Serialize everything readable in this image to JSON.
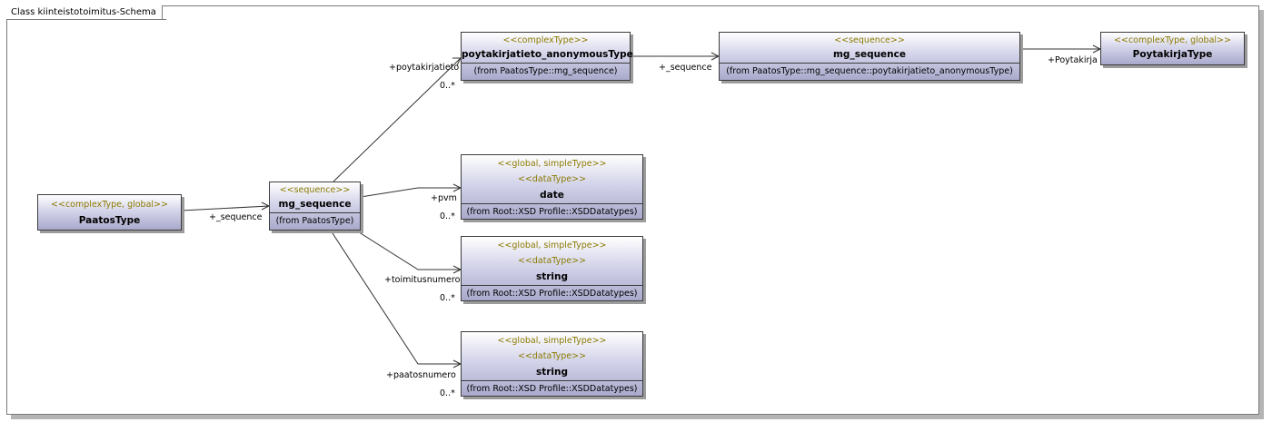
{
  "frame": {
    "title": "Class kiinteistotoimitus-Schema"
  },
  "classes": {
    "paatostype": {
      "stereotype": "<<complexType, global>>",
      "name": "PaatosType"
    },
    "mg_root": {
      "stereotype": "<<sequence>>",
      "name": "mg_sequence",
      "from": "(from PaatosType)"
    },
    "poytakirjatieto": {
      "stereotype": "<<complexType>>",
      "name": "poytakirjatieto_anonymousType",
      "from": "(from PaatosType::mg_sequence)"
    },
    "mg_inner": {
      "stereotype": "<<sequence>>",
      "name": "mg_sequence",
      "from": "(from PaatosType::mg_sequence::poytakirjatieto_anonymousType)"
    },
    "poytakirjatype": {
      "stereotype": "<<complexType, global>>",
      "name": "PoytakirjaType"
    },
    "date": {
      "stereotype1": "<<global, simpleType>>",
      "stereotype2": "<<dataType>>",
      "name": "date",
      "from": "(from Root::XSD Profile::XSDDatatypes)"
    },
    "string1": {
      "stereotype1": "<<global, simpleType>>",
      "stereotype2": "<<dataType>>",
      "name": "string",
      "from": "(from Root::XSD Profile::XSDDatatypes)"
    },
    "string2": {
      "stereotype1": "<<global, simpleType>>",
      "stereotype2": "<<dataType>>",
      "name": "string",
      "from": "(from Root::XSD Profile::XSDDatatypes)"
    }
  },
  "edges": {
    "e1": {
      "role": "+_sequence"
    },
    "e2": {
      "role": "+poytakirjatieto",
      "mult": "0..*"
    },
    "e3": {
      "role": "+_sequence"
    },
    "e4": {
      "role": "+Poytakirja"
    },
    "e5": {
      "role": "+pvm",
      "mult": "0..*"
    },
    "e6": {
      "role": "+toimitusnumero",
      "mult": "0..*"
    },
    "e7": {
      "role": "+paatosnumero",
      "mult": "0..*"
    }
  }
}
